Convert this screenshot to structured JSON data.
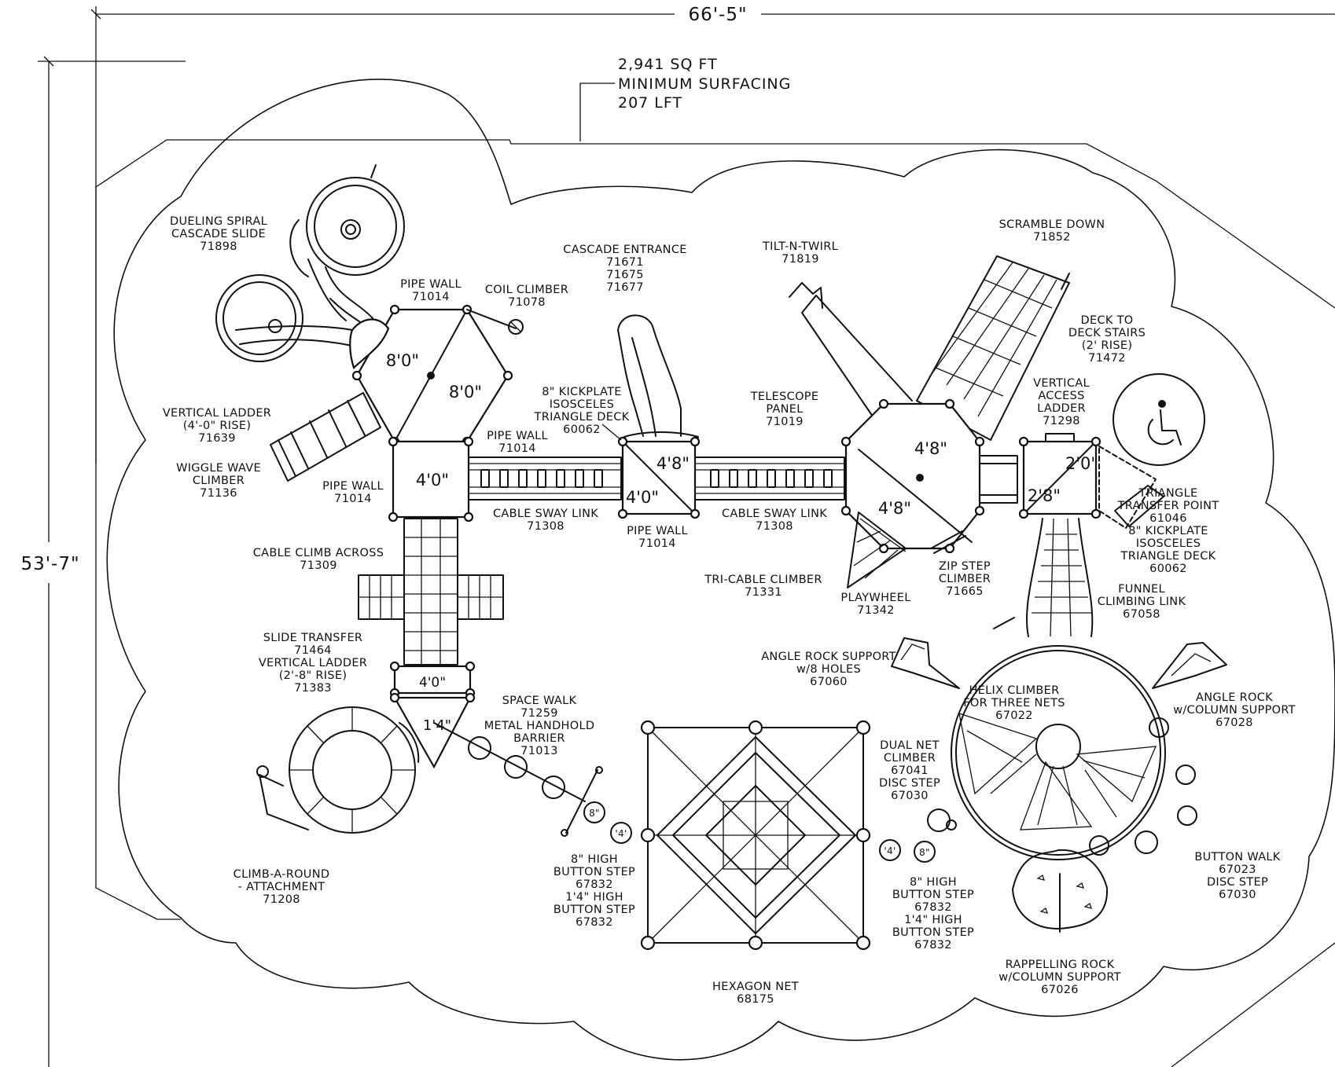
{
  "dimensions": {
    "width": "66'-5\"",
    "height": "53'-7\""
  },
  "surfacing_note": [
    "2,941 SQ FT",
    "MINIMUM SURFACING",
    "207 LFT"
  ],
  "deck_dims": {
    "hex_a": "8'0\"",
    "hex_b": "8'0\"",
    "sq_left": "4'0\"",
    "tri_a": "4'8\"",
    "tri_b": "4'0\"",
    "hex2_a": "4'8\"",
    "hex2_b": "4'8\"",
    "sq_right_a": "2'0\"",
    "sq_right_b": "2'8\"",
    "transfer": "4'0\"",
    "small": "1'4\"",
    "btn_8_left": "8\"",
    "btn_4_left": "'4'",
    "btn_4_right": "'4'",
    "btn_8_right": "8\""
  },
  "components": [
    {
      "id": "dueling-spiral",
      "lines": [
        "DUELING SPIRAL",
        "CASCADE SLIDE",
        "71898"
      ]
    },
    {
      "id": "pipe-wall-top",
      "lines": [
        "PIPE WALL",
        "71014"
      ]
    },
    {
      "id": "coil-climber",
      "lines": [
        "COIL CLIMBER",
        "71078"
      ]
    },
    {
      "id": "cascade-entrance",
      "lines": [
        "CASCADE ENTRANCE",
        "71671",
        "71675",
        "71677"
      ]
    },
    {
      "id": "tilt-n-twirl",
      "lines": [
        "TILT-N-TWIRL",
        "71819"
      ]
    },
    {
      "id": "scramble-down",
      "lines": [
        "SCRAMBLE DOWN",
        "71852"
      ]
    },
    {
      "id": "deck-to-deck-stairs",
      "lines": [
        "DECK TO",
        "DECK STAIRS",
        "(2' RISE)",
        "71472"
      ]
    },
    {
      "id": "vertical-access-ladder",
      "lines": [
        "VERTICAL",
        "ACCESS",
        "LADDER",
        "71298"
      ]
    },
    {
      "id": "kickplate-deck-left",
      "lines": [
        "8\" KICKPLATE",
        "ISOSCELES",
        "TRIANGLE DECK",
        "60062"
      ]
    },
    {
      "id": "telescope-panel",
      "lines": [
        "TELESCOPE",
        "PANEL",
        "71019"
      ]
    },
    {
      "id": "vertical-ladder-4",
      "lines": [
        "VERTICAL LADDER",
        "(4'-0\" RISE)",
        "71639"
      ]
    },
    {
      "id": "pipe-wall-mid",
      "lines": [
        "PIPE WALL",
        "71014"
      ]
    },
    {
      "id": "wiggle-wave",
      "lines": [
        "WIGGLE WAVE",
        "CLIMBER",
        "71136"
      ]
    },
    {
      "id": "pipe-wall-left",
      "lines": [
        "PIPE WALL",
        "71014"
      ]
    },
    {
      "id": "cable-sway-left",
      "lines": [
        "CABLE SWAY LINK",
        "71308"
      ]
    },
    {
      "id": "pipe-wall-tri",
      "lines": [
        "PIPE WALL",
        "71014"
      ]
    },
    {
      "id": "cable-sway-right",
      "lines": [
        "CABLE SWAY LINK",
        "71308"
      ]
    },
    {
      "id": "triangle-transfer",
      "lines": [
        "TRIANGLE",
        "TRANSFER POINT",
        "61046",
        "8\" KICKPLATE",
        "ISOSCELES",
        "TRIANGLE DECK",
        "60062"
      ]
    },
    {
      "id": "cable-climb-across",
      "lines": [
        "CABLE CLIMB ACROSS",
        "71309"
      ]
    },
    {
      "id": "tri-cable-climber",
      "lines": [
        "TRI-CABLE CLIMBER",
        "71331"
      ]
    },
    {
      "id": "playwheel",
      "lines": [
        "PLAYWHEEL",
        "71342"
      ]
    },
    {
      "id": "zip-step",
      "lines": [
        "ZIP STEP",
        "CLIMBER",
        "71665"
      ]
    },
    {
      "id": "funnel-climbing",
      "lines": [
        "FUNNEL",
        "CLIMBING LINK",
        "67058"
      ]
    },
    {
      "id": "slide-transfer",
      "lines": [
        "SLIDE TRANSFER",
        "71464",
        "VERTICAL LADDER",
        "(2'-8\" RISE)",
        "71383"
      ]
    },
    {
      "id": "angle-rock-support",
      "lines": [
        "ANGLE ROCK SUPPORT",
        "w/8 HOLES",
        "67060"
      ]
    },
    {
      "id": "helix-climber",
      "lines": [
        "HELIX CLIMBER",
        "FOR THREE NETS",
        "67022"
      ]
    },
    {
      "id": "angle-rock",
      "lines": [
        "ANGLE ROCK",
        "w/COLUMN SUPPORT",
        "67028"
      ]
    },
    {
      "id": "space-walk",
      "lines": [
        "SPACE WALK",
        "71259",
        "METAL HANDHOLD",
        "BARRIER",
        "71013"
      ]
    },
    {
      "id": "dual-net",
      "lines": [
        "DUAL NET",
        "CLIMBER",
        "67041",
        "DISC STEP",
        "67030"
      ]
    },
    {
      "id": "button-step-left",
      "lines": [
        "8\" HIGH",
        "BUTTON STEP",
        "67832",
        "1'4\" HIGH",
        "BUTTON STEP",
        "67832"
      ]
    },
    {
      "id": "button-step-right",
      "lines": [
        "8\" HIGH",
        "BUTTON STEP",
        "67832",
        "1'4\" HIGH",
        "BUTTON STEP",
        "67832"
      ]
    },
    {
      "id": "button-walk",
      "lines": [
        "BUTTON WALK",
        "67023",
        "DISC STEP",
        "67030"
      ]
    },
    {
      "id": "climb-a-round",
      "lines": [
        "CLIMB-A-ROUND",
        "- ATTACHMENT",
        "71208"
      ]
    },
    {
      "id": "rappelling-rock",
      "lines": [
        "RAPPELLING ROCK",
        "w/COLUMN SUPPORT",
        "67026"
      ]
    },
    {
      "id": "hexagon-net",
      "lines": [
        "HEXAGON NET",
        "68175"
      ]
    }
  ],
  "icons": {
    "accessibility": "wheelchair-icon"
  }
}
